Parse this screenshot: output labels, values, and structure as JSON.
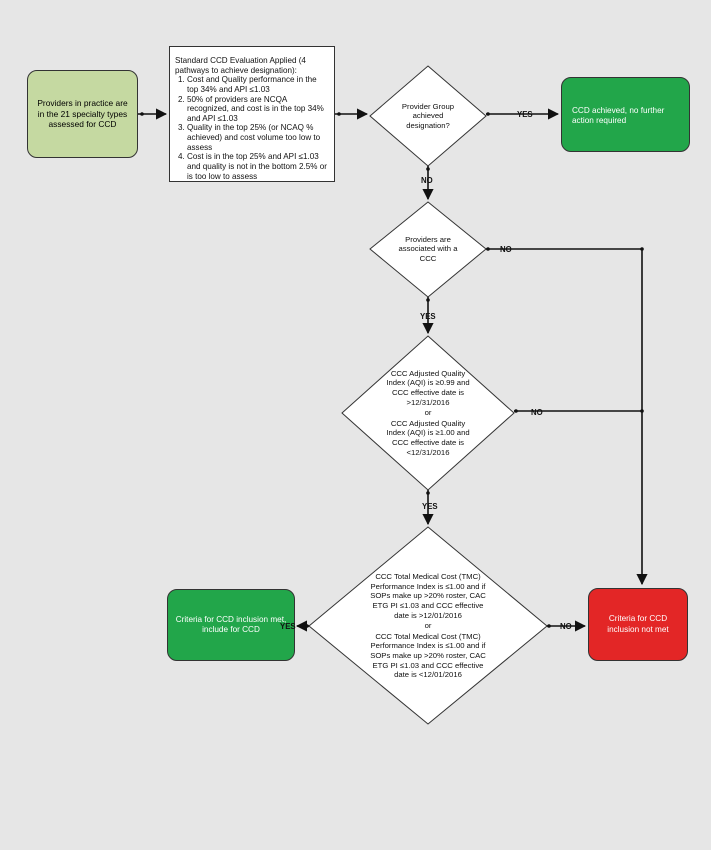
{
  "nodes": {
    "start": "Providers in practice are in the 21 specialty types assessed for CCD",
    "standard_eval": {
      "title": "Standard CCD Evaluation Applied (4 pathways to achieve designation):",
      "items": [
        "Cost and Quality performance in the top 34% and API ≤1.03",
        "50% of providers are NCQA recognized, and cost is in the top 34% and API ≤1.03",
        "Quality in the top 25% (or NCAQ % achieved) and cost volume too low to assess",
        "Cost is in the top 25% and API ≤1.03 and quality is not in the bottom 2.5% or is too low to assess"
      ]
    },
    "decision_designation": "Provider Group achieved designation?",
    "achieved": "CCD achieved, no further action required",
    "decision_ccc": "Providers are associated with a CCC",
    "decision_aqi": {
      "part1": "CCC Adjusted Quality Index (AQI) is ≥0.99 and CCC effective date is >12/31/2016",
      "or": "or",
      "part2": "CCC Adjusted Quality Index (AQI) is ≥1.00 and CCC effective date is <12/31/2016"
    },
    "decision_tmc": {
      "part1": "CCC Total Medical Cost (TMC) Performance Index is ≤1.00 and if SOPs make up >20% roster, CAC ETG PI ≤1.03 and CCC effective date is >12/01/2016",
      "or": "or",
      "part2": "CCC Total Medical Cost (TMC) Performance Index is ≤1.00 and if SOPs make up >20% roster, CAC ETG PI ≤1.03 and CCC effective date is <12/01/2016"
    },
    "inclusion_met": "Criteria for CCD inclusion met, include for CCD",
    "inclusion_not_met": "Criteria for CCD inclusion not met"
  },
  "labels": {
    "yes_designation": "YES",
    "no_designation": "NO",
    "no_ccc": "NO",
    "yes_ccc": "YES",
    "no_aqi": "NO",
    "yes_aqi": "YES",
    "yes_tmc": "YES",
    "no_tmc": "NO"
  },
  "colors": {
    "start": "#c5d9a1",
    "achieved": "#22a64a",
    "inclusion_met": "#22a64a",
    "inclusion_not_met": "#e32626",
    "line": "#111111"
  }
}
